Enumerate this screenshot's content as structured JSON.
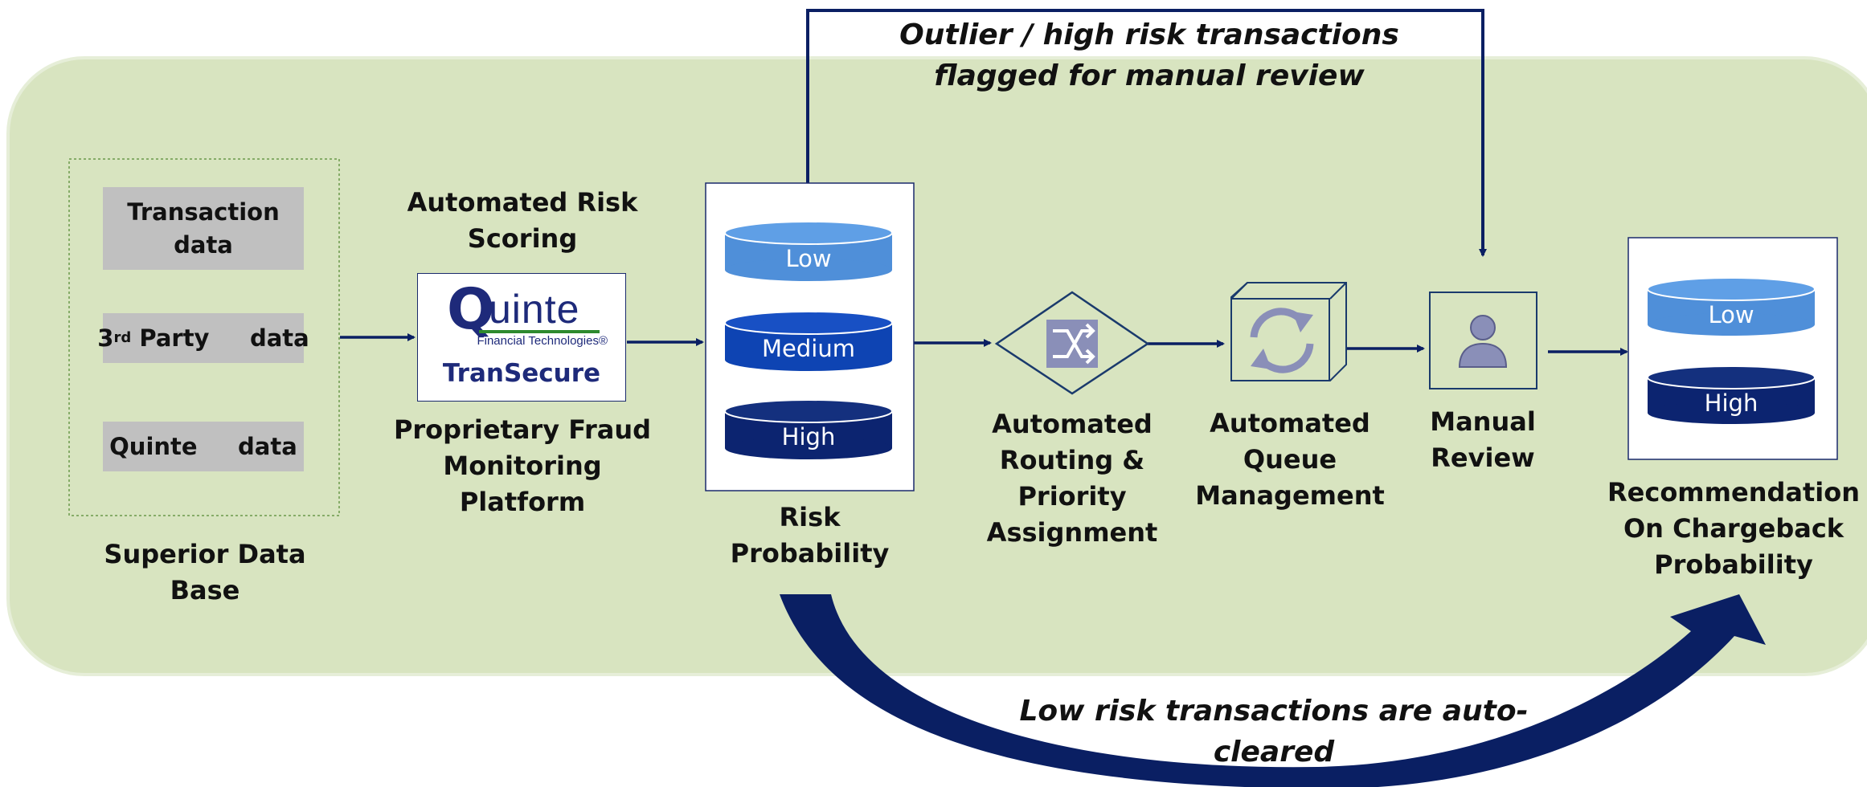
{
  "colors": {
    "panel_bg": "#d8e4c0",
    "panel_border": "#e6eed8",
    "navy": "#0a1f63",
    "low_cylinder": "#4f8fd9",
    "medium_cylinder": "#0e44b3",
    "high_cylinder": "#0c2470",
    "source_box": "#c0c0c0",
    "icon_fill": "#8a8fb8",
    "logo_text": "#1e2a7a",
    "logo_green": "#2e8a2e"
  },
  "top_note": {
    "line1": "Outlier / high risk transactions",
    "line2": "flagged for manual review"
  },
  "bottom_note": {
    "line1": "Low risk transactions are auto-",
    "line2": "cleared"
  },
  "sources": {
    "items": [
      {
        "label_line1": "Transaction",
        "label_line2": "data"
      },
      {
        "prefix": "3",
        "sup": "rd",
        "label": " Party     data"
      },
      {
        "label": "Quinte     data"
      }
    ],
    "caption_line1": "Superior Data",
    "caption_line2": "Base"
  },
  "scoring": {
    "title_line1": "Automated Risk",
    "title_line2": "Scoring",
    "logo_word": "uinte",
    "logo_q": "Q",
    "logo_sub": "Financial Technologies®",
    "logo_product": "TranSecure",
    "caption_line1": "Proprietary Fraud",
    "caption_line2": "Monitoring",
    "caption_line3": "Platform"
  },
  "risk": {
    "levels": [
      "Low",
      "Medium",
      "High"
    ],
    "caption_line1": "Risk",
    "caption_line2": "Probability"
  },
  "routing": {
    "icon": "shuffle-icon",
    "caption_line1": "Automated",
    "caption_line2": "Routing &",
    "caption_line3": "Priority",
    "caption_line4": "Assignment"
  },
  "queue": {
    "icon": "refresh-cube-icon",
    "caption_line1": "Automated",
    "caption_line2": "Queue",
    "caption_line3": "Management"
  },
  "manual": {
    "icon": "person-icon",
    "caption_line1": "Manual",
    "caption_line2": "Review"
  },
  "recommendation": {
    "levels": [
      "Low",
      "High"
    ],
    "caption_line1": "Recommendation",
    "caption_line2": "On Chargeback",
    "caption_line3": "Probability"
  }
}
